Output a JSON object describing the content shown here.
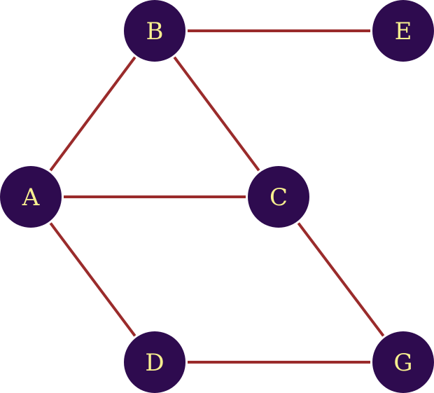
{
  "graph": {
    "colors": {
      "node_fill": "#2e0b4f",
      "label": "#f8f08f",
      "edge": "#9a2b2b"
    },
    "nodes": [
      {
        "id": "A",
        "label": "A"
      },
      {
        "id": "B",
        "label": "B"
      },
      {
        "id": "C",
        "label": "C"
      },
      {
        "id": "D",
        "label": "D"
      },
      {
        "id": "E",
        "label": "E"
      },
      {
        "id": "G",
        "label": "G"
      }
    ],
    "edges": [
      [
        "B",
        "E"
      ],
      [
        "A",
        "B"
      ],
      [
        "B",
        "C"
      ],
      [
        "A",
        "C"
      ],
      [
        "A",
        "D"
      ],
      [
        "C",
        "G"
      ],
      [
        "D",
        "G"
      ]
    ]
  }
}
